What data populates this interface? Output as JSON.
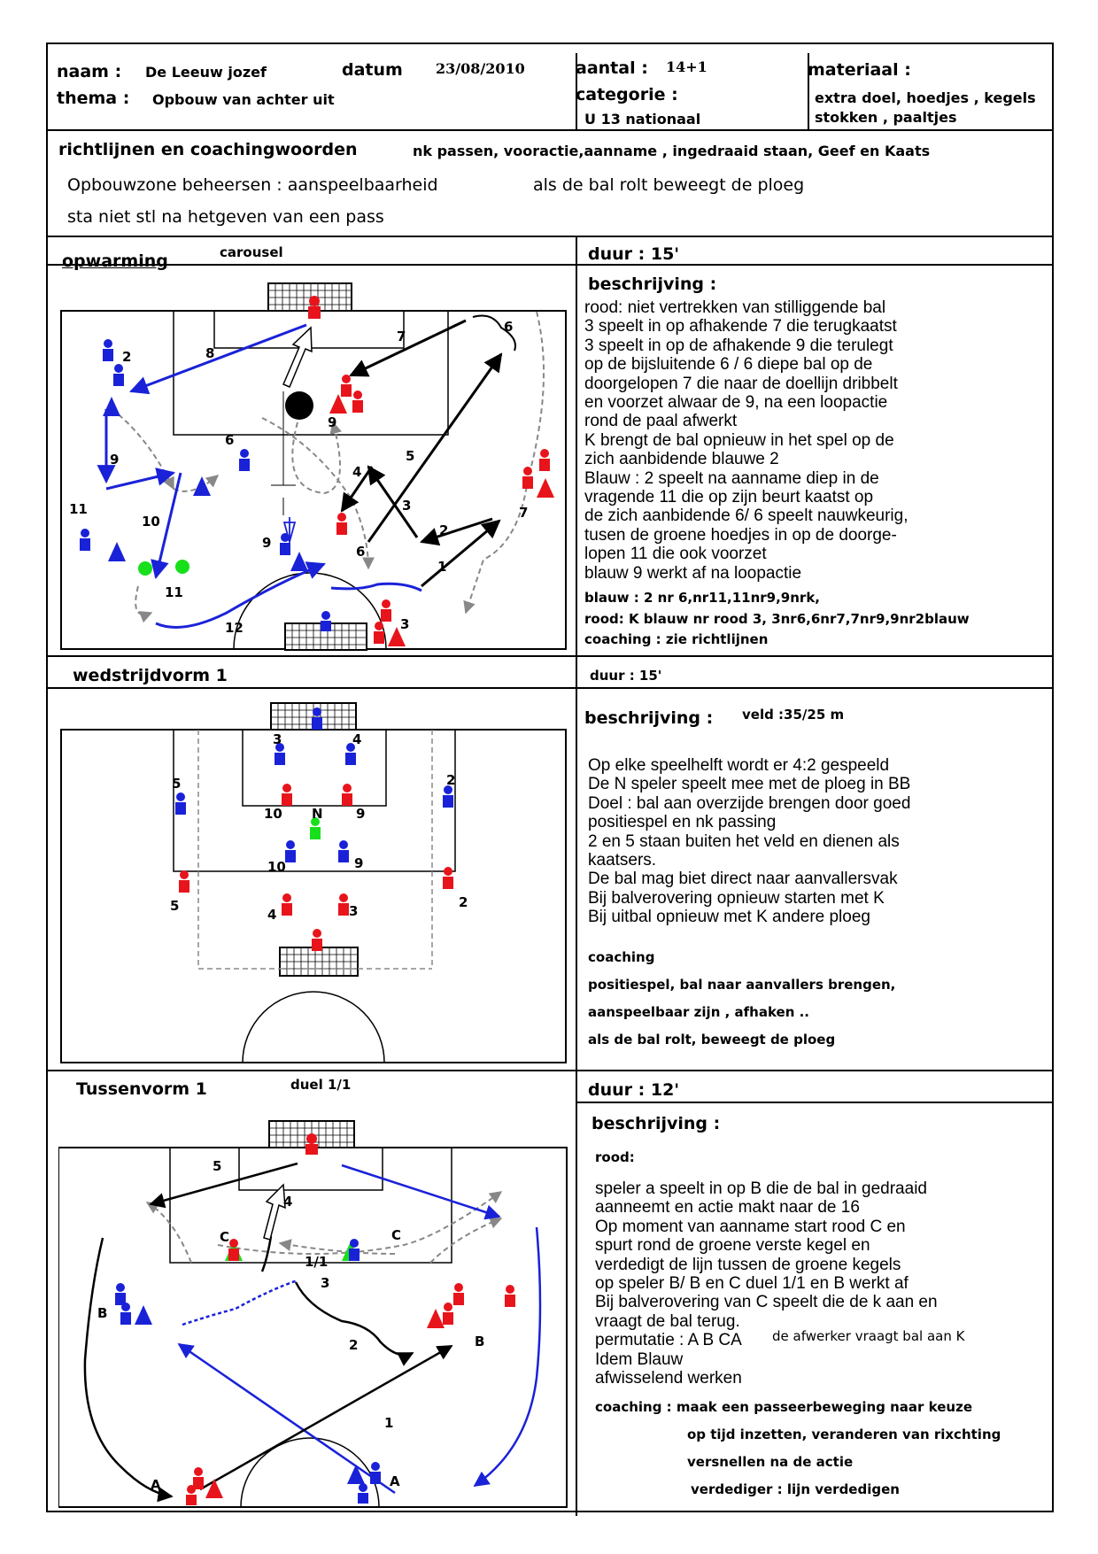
{
  "header": {
    "naam_label": "naam :",
    "naam": "De Leeuw jozef",
    "datum_label": "datum",
    "datum": "23/08/2010",
    "aantal_label": "aantal :",
    "aantal": "14+1",
    "materiaal_label": "materiaal :",
    "materiaal_line1": "extra doel, hoedjes , kegels",
    "materiaal_line2": "stokken , paaltjes",
    "thema_label": "thema :",
    "thema": "Opbouw van achter uit",
    "categorie_label": "categorie :",
    "categorie": "U 13 nationaal"
  },
  "guidelines": {
    "label": "richtlijnen en coachingwoorden",
    "keywords": "nk passen, vooractie,aanname , ingedraaid staan, Geef en Kaats",
    "line1a": "Opbouwzone beheersen : aanspeelbaarheid",
    "line1b": "als de bal rolt beweegt de ploeg",
    "line2": "sta niet stl na hetgeven van een pass"
  },
  "sections": {
    "s1": {
      "title": "opwarming",
      "subtitle": "carousel",
      "duur": "duur : 15'",
      "desc_label": "beschrijving :",
      "lines": [
        "rood: niet vertrekken van stilliggende bal",
        "3 speelt in op afhakende 7 die terugkaatst",
        "3 speelt in op de afhakende 9 die terulegt",
        "op de bijsluitende 6 / 6 diepe bal op de",
        "doorgelopen 7 die naar de doellijn dribbelt",
        "en voorzet alwaar de 9, na een loopactie",
        "rond de paal afwerkt",
        "K brengt de bal opnieuw in het spel op de",
        "zich aanbidende blauwe 2",
        "Blauw : 2 speelt na aanname diep in de",
        "vragende 11 die op zijn beurt kaatst op",
        "de zich aanbidende 6/ 6 speelt nauwkeurig,",
        "tusen de groene hoedjes in op de doorge-",
        "lopen 11 die ook voorzet",
        "blauw 9 werkt af na loopactie"
      ],
      "blauw": "blauw : 2 nr 6,nr11,11nr9,9nrk,",
      "rood": "rood: K blauw nr rood 3, 3nr6,6nr7,7nr9,9nr2blauw",
      "coaching": "coaching : zie richtlijnen",
      "diagram_numbers": [
        "8",
        "7",
        "6",
        "2",
        "6",
        "9",
        "4",
        "5",
        "3",
        "2",
        "1",
        "3",
        "11",
        "10",
        "9",
        "6",
        "11",
        "12",
        "7"
      ]
    },
    "s2": {
      "title": "wedstrijdvorm 1",
      "duur": "duur : 15'",
      "desc_label": "beschrijving :",
      "veld": "veld :35/25 m",
      "lines": [
        "Op elke speelhelft wordt er 4:2 gespeeld",
        "De N speler speelt mee met de ploeg in BB",
        "Doel : bal aan overzijde brengen door goed",
        "positiespel en nk passing",
        "2 en 5 staan buiten het veld en dienen als",
        "kaatsers.",
        "De bal mag biet direct naar aanvallersvak",
        "Bij balverovering opnieuw starten met K",
        "Bij uitbal opnieuw met K andere ploeg"
      ],
      "coaching_label": "coaching",
      "coaching_lines": [
        "positiespel, bal naar aanvallers brengen,",
        "aanspeelbaar zijn , afhaken ..",
        "als de bal rolt, beweegt de ploeg"
      ]
    },
    "s3": {
      "title": "Tussenvorm 1",
      "subtitle": "duel 1/1",
      "duur": "duur : 12'",
      "desc_label": "beschrijving :",
      "rood_label": "rood:",
      "lines": [
        "speler a speelt in op B die de bal in gedraaid",
        "aanneemt en actie makt naar de 16",
        "Op moment van aanname start rood C en",
        "spurt rond de groene verste kegel en",
        "verdedigt de lijn tussen de groene kegels",
        "op speler B/ B en C duel 1/1 en B werkt af",
        "Bij balverovering van C speelt die de k aan en",
        "vraagt de bal terug."
      ],
      "permutatie": "permutatie : A B CA",
      "afwerker": "de afwerker vraagt bal aan K",
      "idem": "Idem Blauw",
      "afwisselend": "afwisselend werken",
      "coaching_lines": [
        "coaching : maak een passeerbeweging naar keuze",
        "op tijd inzetten, veranderen van rixchting",
        "versnellen na de actie",
        "verdediger : lijn verdedigen"
      ]
    }
  },
  "colors": {
    "red": "#e8141c",
    "blue": "#1a22d8",
    "green": "#17e01a"
  }
}
